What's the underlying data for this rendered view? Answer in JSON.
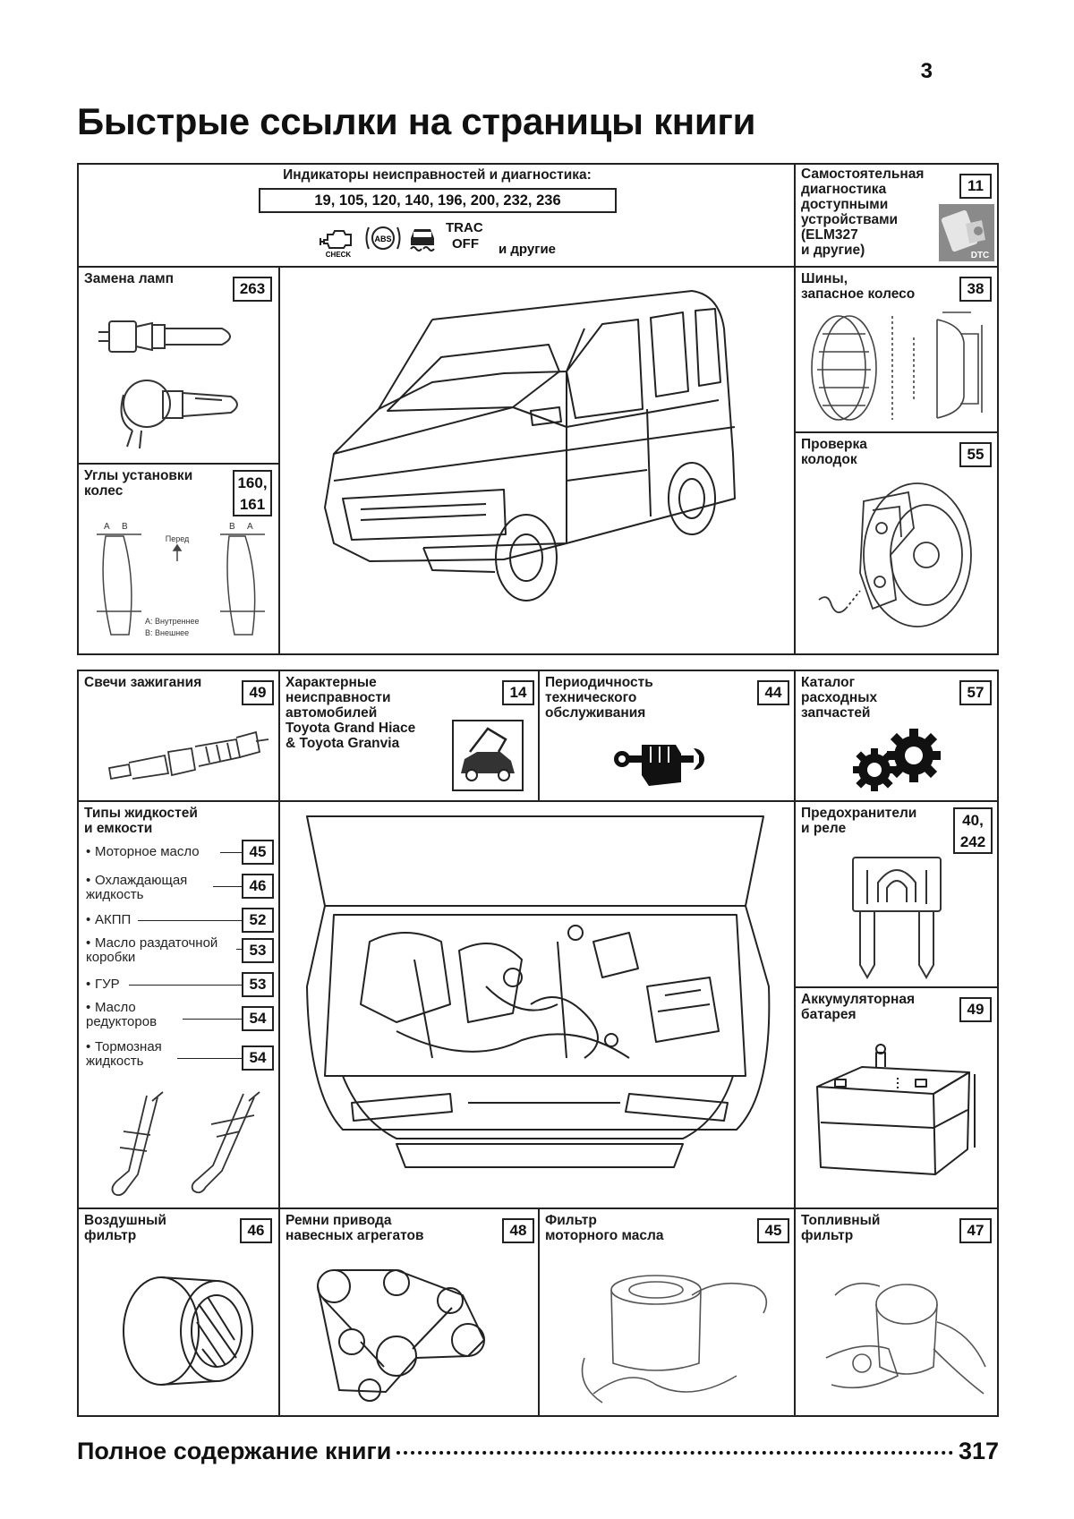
{
  "page_number": "3",
  "title": "Быстрые ссылки на страницы книги",
  "diagnostics": {
    "heading": "Индикаторы неисправностей и диагностика:",
    "pages": "19, 105, 120, 140, 196, 200, 232, 236",
    "check_label": "CHECK",
    "abs_label": "ABS",
    "trac_label": "TRAC",
    "off_label": "OFF",
    "others_label": "и другие"
  },
  "self_diag": {
    "label": "Самостоятельная\nдиагностика\nдоступными\nустройствами\n(ELM327\nи другие)",
    "page": "11",
    "icon_text": "DTC"
  },
  "lamps": {
    "label": "Замена ламп",
    "page": "263"
  },
  "tires": {
    "label": "Шины,\nзапасное колесо",
    "page": "38"
  },
  "alignment": {
    "label": "Углы установки\nколес",
    "page": "160,\n161",
    "a_label": "A",
    "b_label": "B",
    "front_label": "Перед",
    "inner_label": "A: Внутреннее",
    "outer_label": "B: Внешнее"
  },
  "brakes": {
    "label": "Проверка\nколодок",
    "page": "55"
  },
  "spark_plugs": {
    "label": "Свечи зажигания",
    "page": "49"
  },
  "faults": {
    "label": "Характерные\nнеисправности\nавтомобилей\nToyota Grand Hiace\n& Toyota Granvia",
    "page": "14"
  },
  "maintenance": {
    "label": "Периодичность\nтехнического\nобслуживания",
    "page": "44"
  },
  "catalog": {
    "label": "Каталог\nрасходных\nзапчастей",
    "page": "57"
  },
  "fluids": {
    "label": "Типы жидкостей\nи емкости",
    "items": [
      {
        "text": "Моторное масло",
        "page": "45"
      },
      {
        "text": "Охлаждающая\nжидкость",
        "page": "46"
      },
      {
        "text": "АКПП",
        "page": "52"
      },
      {
        "text": "Масло раздаточной\nкоробки",
        "page": "53"
      },
      {
        "text": "ГУР",
        "page": "53"
      },
      {
        "text": "Масло\nредукторов",
        "page": "54"
      },
      {
        "text": "Тормозная\nжидкость",
        "page": "54"
      }
    ]
  },
  "fuses": {
    "label": "Предохранители\nи реле",
    "page": "40,\n242"
  },
  "battery": {
    "label": "Аккумуляторная\nбатарея",
    "page": "49"
  },
  "air_filter": {
    "label": "Воздушный\nфильтр",
    "page": "46"
  },
  "belts": {
    "label": "Ремни привода\nнавесных агрегатов",
    "page": "48"
  },
  "oil_filter": {
    "label": "Фильтр\nмоторного масла",
    "page": "45"
  },
  "fuel_filter": {
    "label": "Топливный\nфильтр",
    "page": "47"
  },
  "footer": {
    "label": "Полное содержание книги",
    "page": "317"
  }
}
